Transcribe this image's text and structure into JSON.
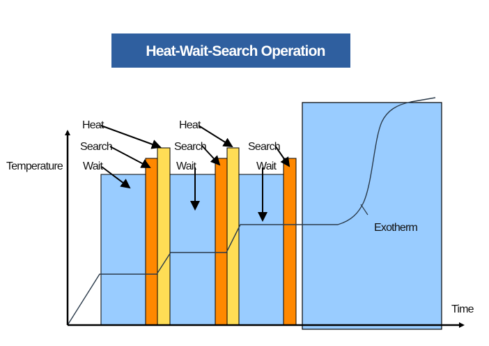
{
  "title": "Heat-Wait-Search Operation",
  "axes": {
    "y_label": "Temperature",
    "x_label": "Time"
  },
  "cycles": [
    {
      "heat_label": "Heat",
      "search_label": "Search",
      "wait_label": "Wait"
    },
    {
      "heat_label": "Heat",
      "search_label": "Search",
      "wait_label": "Wait"
    },
    {
      "search_label": "Search",
      "wait_label": "Wait"
    }
  ],
  "exotherm_label": "Exotherm",
  "colors": {
    "title_bg": "#2f5f9f",
    "wait": "#99ccff",
    "search": "#ff8800",
    "heat": "#ffdd55"
  }
}
